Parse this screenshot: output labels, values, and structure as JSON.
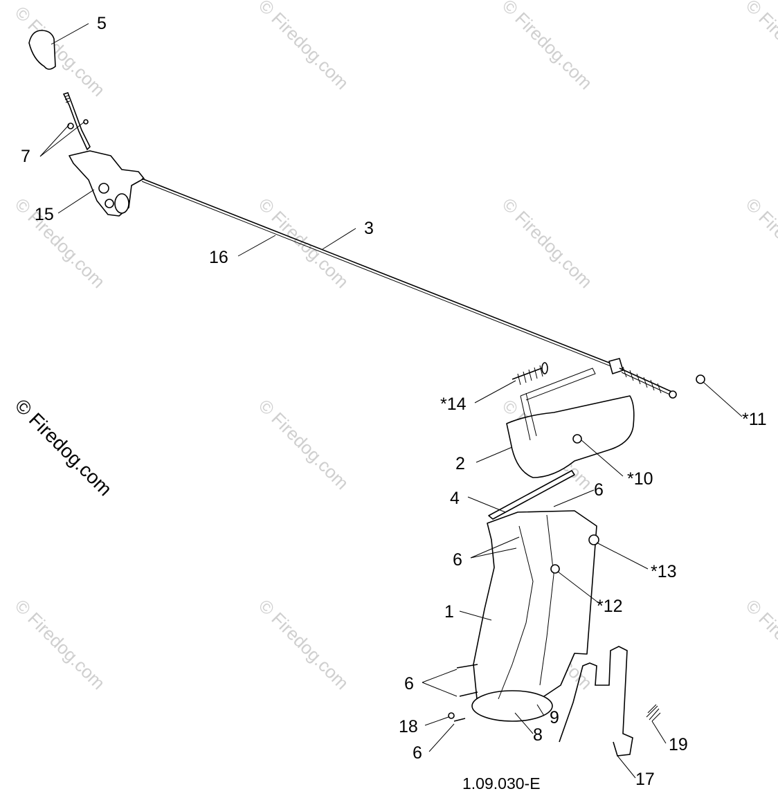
{
  "watermark": {
    "text": "© Firedog.com"
  },
  "drawing_number": "1.09.030-E",
  "callouts": [
    {
      "id": "label-5",
      "text": "5"
    },
    {
      "id": "label-7",
      "text": "7"
    },
    {
      "id": "label-15",
      "text": "15"
    },
    {
      "id": "label-16",
      "text": "16"
    },
    {
      "id": "label-3",
      "text": "3"
    },
    {
      "id": "label-14",
      "text": "*14"
    },
    {
      "id": "label-11",
      "text": "*11"
    },
    {
      "id": "label-2",
      "text": "2"
    },
    {
      "id": "label-10",
      "text": "*10"
    },
    {
      "id": "label-4",
      "text": "4"
    },
    {
      "id": "label-6a",
      "text": "6"
    },
    {
      "id": "label-6b",
      "text": "6"
    },
    {
      "id": "label-13",
      "text": "*13"
    },
    {
      "id": "label-12",
      "text": "*12"
    },
    {
      "id": "label-1",
      "text": "1"
    },
    {
      "id": "label-6c",
      "text": "6"
    },
    {
      "id": "label-9",
      "text": "9"
    },
    {
      "id": "label-18",
      "text": "18"
    },
    {
      "id": "label-8",
      "text": "8"
    },
    {
      "id": "label-6d",
      "text": "6"
    },
    {
      "id": "label-19",
      "text": "19"
    },
    {
      "id": "label-17",
      "text": "17"
    }
  ]
}
